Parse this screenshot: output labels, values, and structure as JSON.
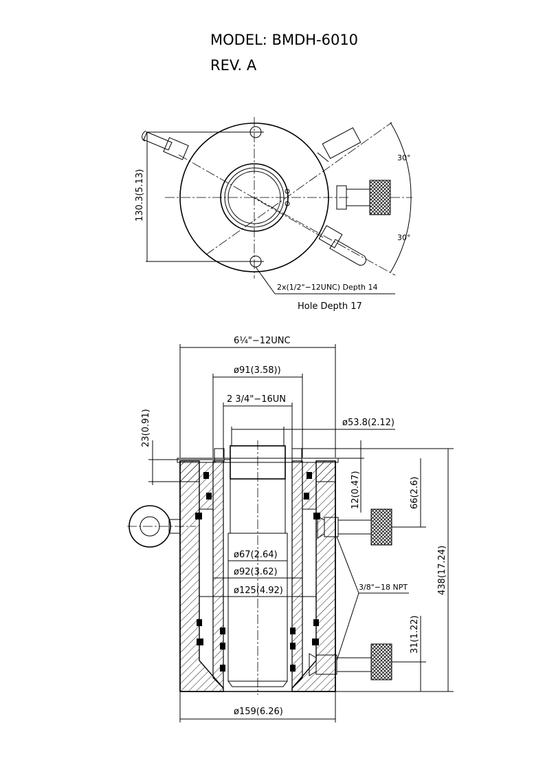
{
  "header": {
    "model": "MODEL: BMDH-6010",
    "rev": "REV. A"
  },
  "top_view": {
    "height_dim": "130.3(5.13)",
    "angle_top": "30°",
    "angle_bottom": "30°",
    "thread_note": "2x(1/2\"−12UNC)  Depth 14",
    "hole_note": "Hole Depth 17"
  },
  "section_view": {
    "top_thread": "6¼\"−12UNC",
    "dia_91": "ø91(3.58))",
    "thread_2_3_4": "2 3/4\"−16UN",
    "dia_53": "ø53.8(2.12)",
    "dim_23": "23(0.91)",
    "dim_12": "12(0.47)",
    "dim_66": "66(2.6)",
    "dim_438": "438(17.24)",
    "dia_67": "ø67(2.64)",
    "dia_92": "ø92(3.62)",
    "dia_125": "ø125(4.92)",
    "npt": "3/8\"−18 NPT",
    "dim_31": "31(1.22)",
    "dia_159": "ø159(6.26)"
  }
}
